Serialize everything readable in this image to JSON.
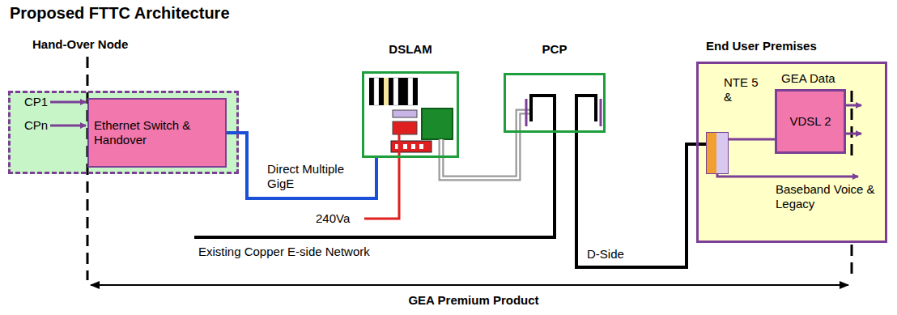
{
  "diagram": {
    "title": "Proposed FTTC Architecture",
    "nodes": [
      {
        "text": [
          "Hand-Over Node"
        ]
      },
      {
        "text": [
          "Ethernet Switch & Handover"
        ],
        "in": 0
      },
      {
        "text": [
          "DSLAM"
        ]
      },
      {
        "text": [
          "PCP"
        ]
      },
      {
        "text": [
          "End User Premises"
        ]
      },
      {
        "text": [
          "NTE 5 &"
        ],
        "in": 4
      },
      {
        "text": [
          "GEA Data",
          "VDSL 2"
        ],
        "in": 4
      }
    ],
    "edges": [
      {
        "from": 1,
        "to": 2,
        "arrow": "none",
        "label": "Direct Multiple GigE"
      },
      {
        "from": 2,
        "to": 3,
        "arrow": "none"
      },
      {
        "from": 3,
        "to": 5,
        "arrow": "none"
      },
      {
        "from": 5,
        "to": 6,
        "arrow": "none"
      }
    ],
    "labels": [
      "CP1",
      "CPn",
      "240Va",
      "Existing Copper E-side Network",
      "D-Side",
      "Baseband Voice & Legacy",
      "GEA Premium Product"
    ]
  }
}
